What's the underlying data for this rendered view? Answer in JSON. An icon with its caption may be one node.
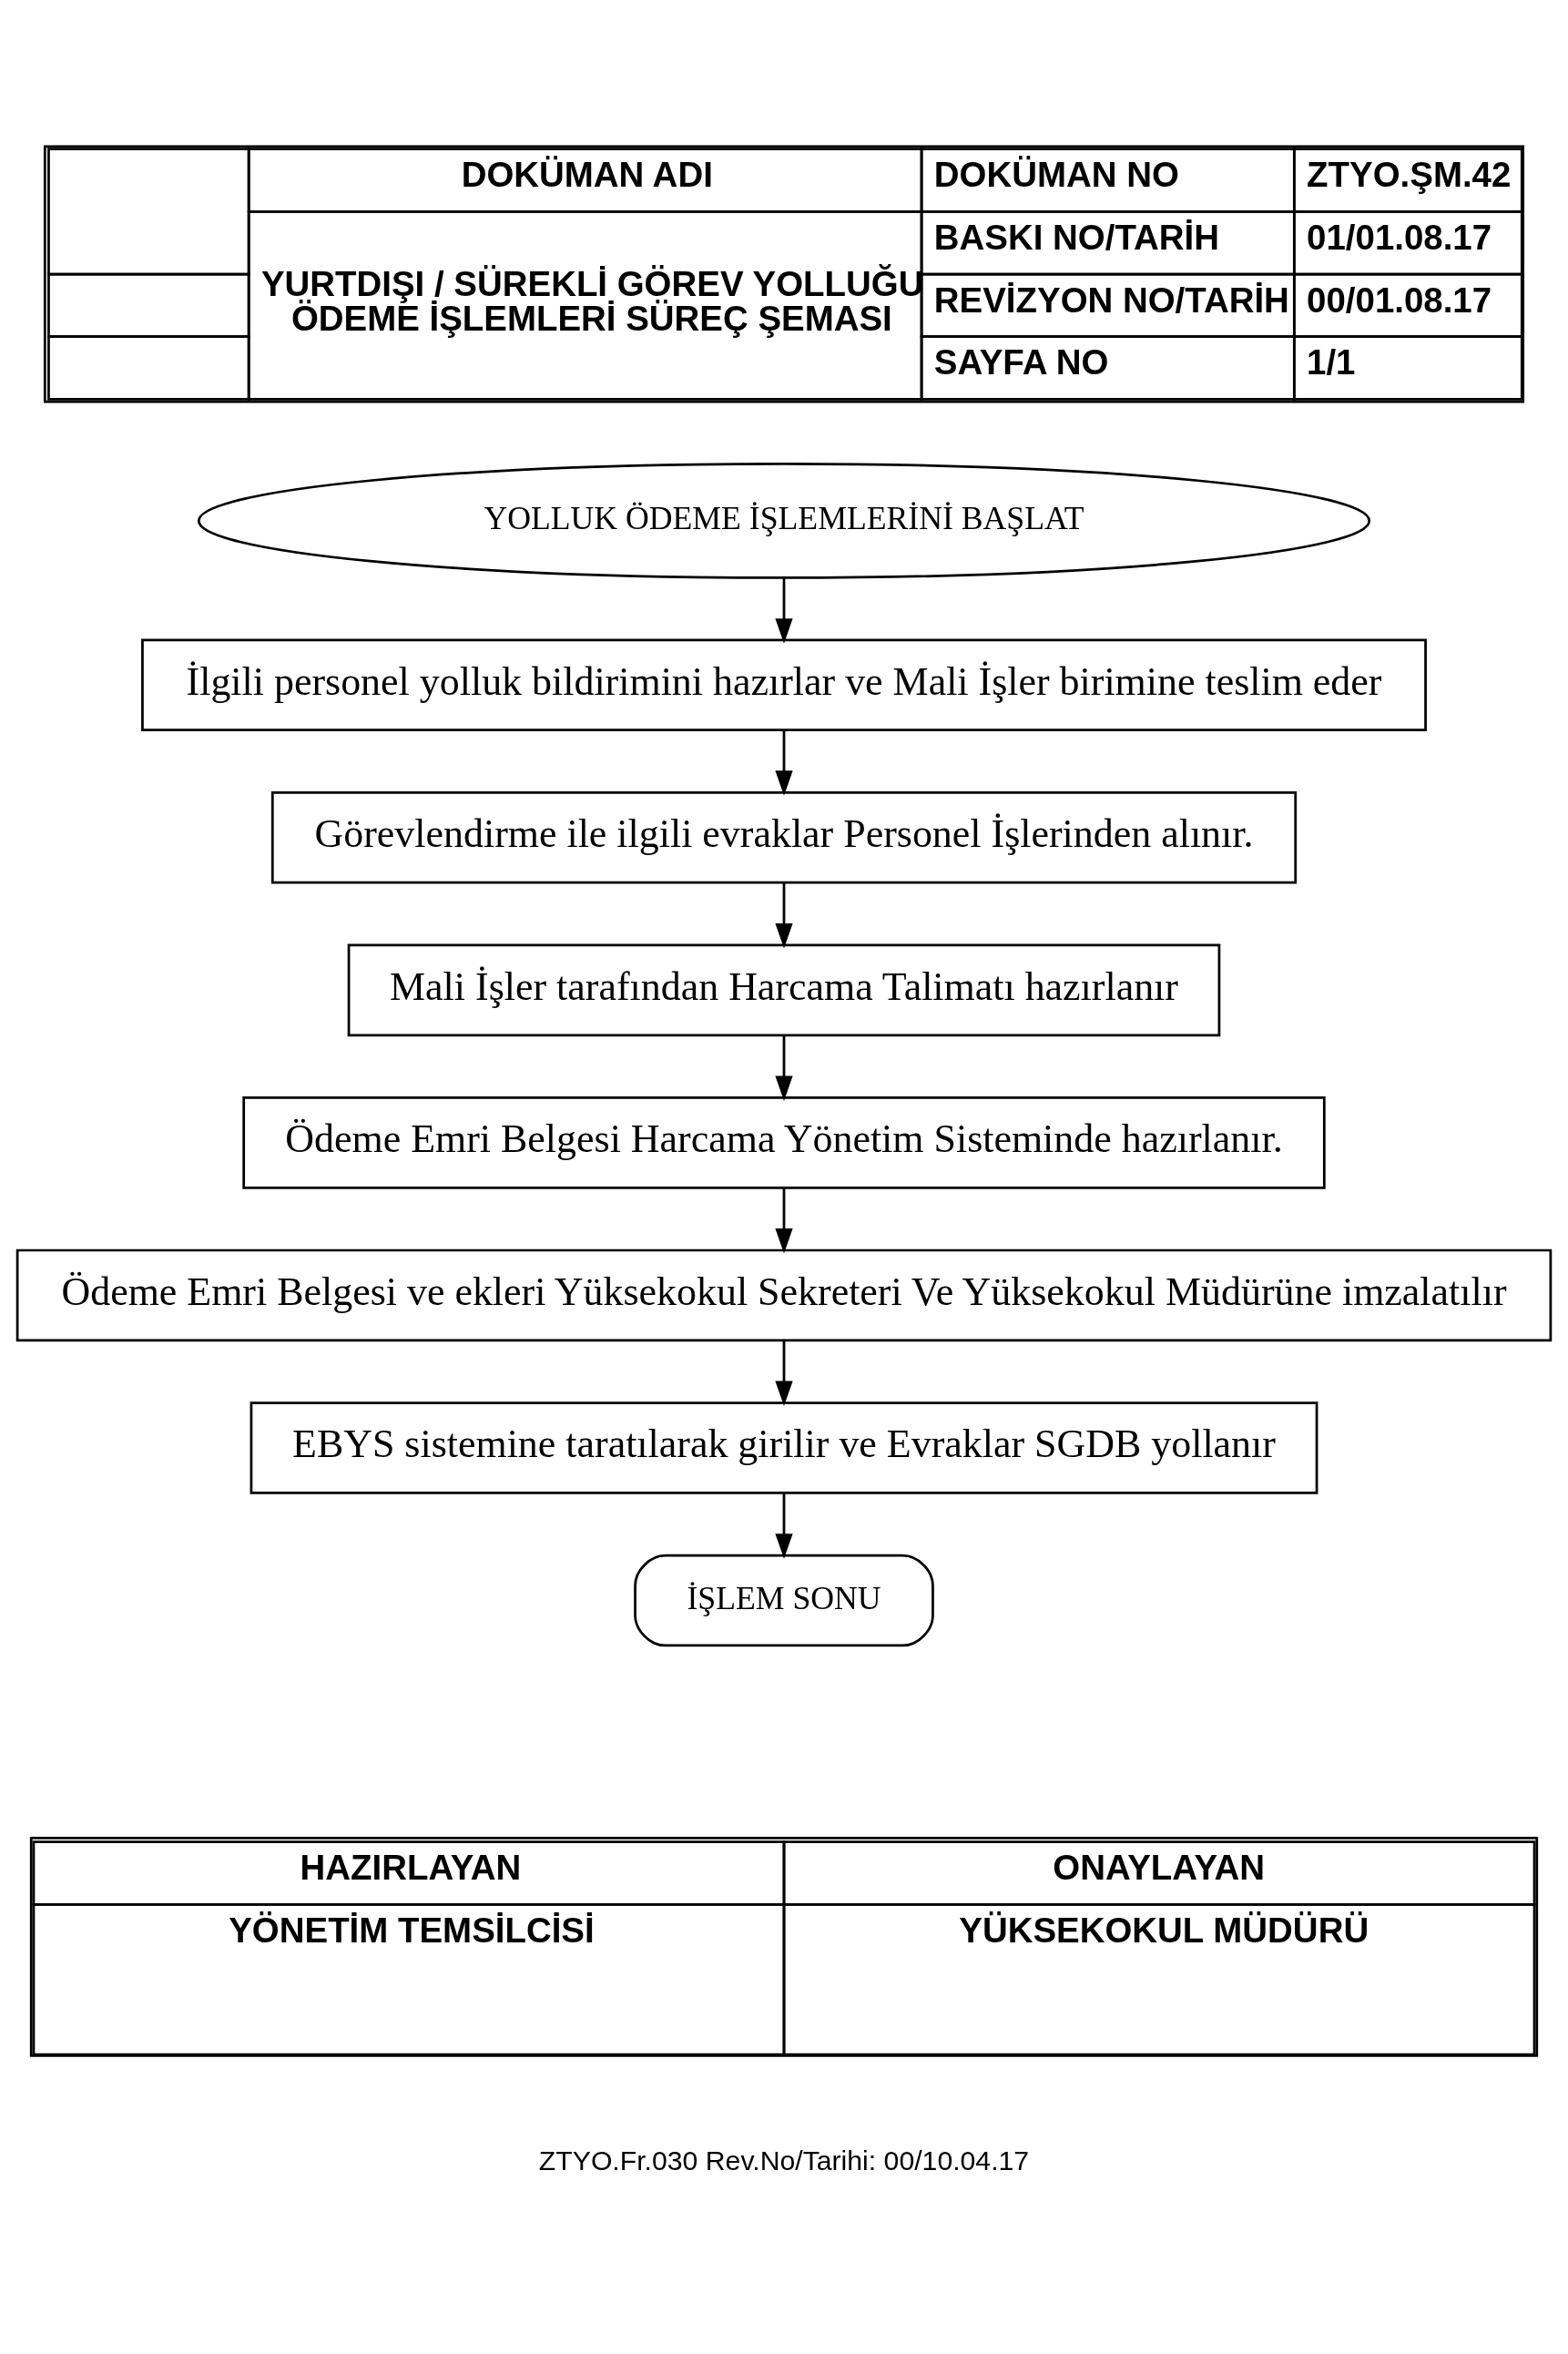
{
  "diagram": {
    "nodes": [
      {
        "text": [
          "YOLLUK ÖDEME İŞLEMLERİNİ BAŞLAT"
        ]
      },
      {
        "text": [
          "İlgili personel yolluk bildirimini hazırlar ve Mali İşler birimine teslim eder"
        ]
      },
      {
        "text": [
          "Görevlendirme ile ilgili evraklar Personel İşlerinden alınır."
        ]
      },
      {
        "text": [
          "Mali İşler tarafından Harcama Talimatı hazırlanır"
        ]
      },
      {
        "text": [
          "Ödeme Emri Belgesi Harcama Yönetim Sisteminde hazırlanır."
        ]
      },
      {
        "text": [
          "Ödeme Emri Belgesi ve ekleri Yüksekokul Sekreteri Ve Yüksekokul Müdürüne imzalatılır"
        ]
      },
      {
        "text": [
          "EBYS sistemine taratılarak girilir ve Evraklar SGDB yollanır"
        ]
      },
      {
        "text": [
          "İŞLEM SONU"
        ]
      }
    ],
    "edges": [
      {
        "from": 0,
        "to": 1,
        "arrow": "to"
      },
      {
        "from": 1,
        "to": 2,
        "arrow": "to"
      },
      {
        "from": 2,
        "to": 3,
        "arrow": "to"
      },
      {
        "from": 3,
        "to": 4,
        "arrow": "to"
      },
      {
        "from": 4,
        "to": 5,
        "arrow": "to"
      },
      {
        "from": 5,
        "to": 6,
        "arrow": "to"
      },
      {
        "from": 6,
        "to": 7,
        "arrow": "to"
      }
    ],
    "labels": [
      "DOKÜMAN ADI",
      "DOKÜMAN NO",
      "ZTYO.ŞM.42",
      "YURTDIŞI / SÜREKLİ GÖREV YOLLUĞU ÖDEME İŞLEMLERİ SÜREÇ ŞEMASI",
      "BASKI NO/TARİH",
      "01/01.08.17",
      "REVİZYON NO/TARİH",
      "00/01.08.17",
      "SAYFA NO",
      "1/1",
      "HAZIRLAYAN",
      "ONAYLAYAN",
      "YÖNETİM TEMSİLCİSİ",
      "YÜKSEKOKUL MÜDÜRÜ",
      "ZTYO.Fr.030 Rev.No/Tarihi: 00/10.04.17"
    ]
  }
}
